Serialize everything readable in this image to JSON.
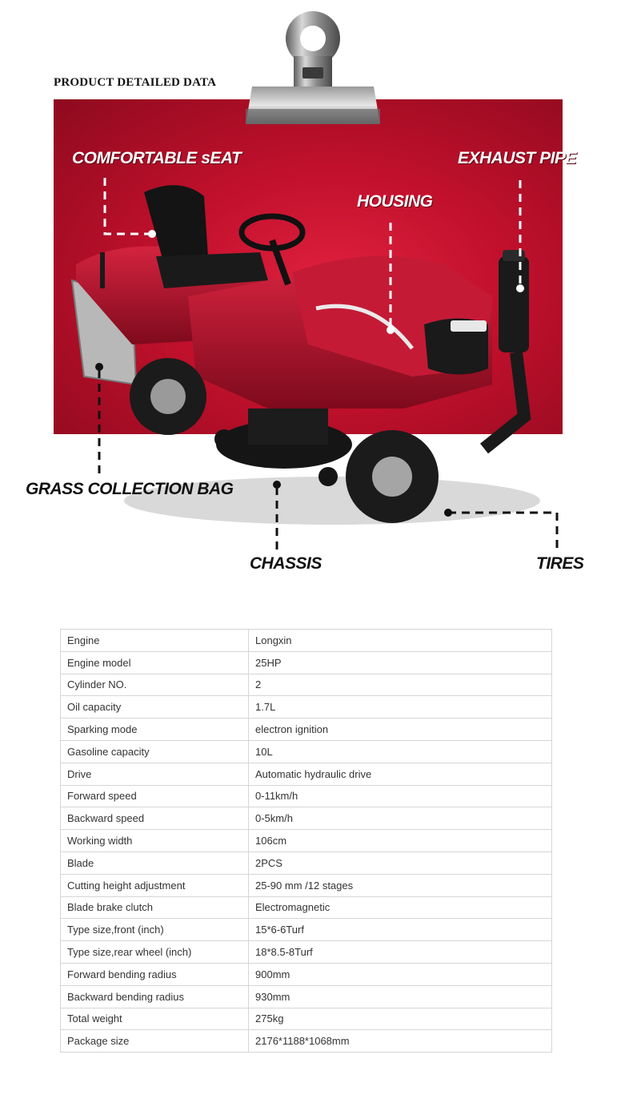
{
  "header": {
    "title": "PRODUCT DETAILED DATA"
  },
  "callouts": {
    "seat": "COMFORTABLE sEAT",
    "exhaust": "EXHAUST PIPE",
    "housing": "HOUSING",
    "bag": "GRASS COLLECTION BAG",
    "chassis": "CHASSIS",
    "tires": "TIRES"
  },
  "colors": {
    "panel": "#c0102c",
    "mower_body": "#b0102a",
    "table_border": "#d6d6d6"
  },
  "specs": [
    {
      "label": "Engine",
      "value": "Longxin"
    },
    {
      "label": "Engine model",
      "value": "25HP"
    },
    {
      "label": "Cylinder NO.",
      "value": "2"
    },
    {
      "label": "Oil capacity",
      "value": "1.7L"
    },
    {
      "label": "Sparking mode",
      "value": "electron ignition"
    },
    {
      "label": "Gasoline capacity",
      "value": "10L"
    },
    {
      "label": "Drive",
      "value": "Automatic hydraulic drive"
    },
    {
      "label": "Forward speed",
      "value": "0-11km/h"
    },
    {
      "label": "Backward speed",
      "value": "0-5km/h"
    },
    {
      "label": "Working width",
      "value": "106cm"
    },
    {
      "label": "Blade",
      "value": "2PCS"
    },
    {
      "label": "Cutting height adjustment",
      "value": "25-90 mm /12 stages"
    },
    {
      "label": "Blade brake clutch",
      "value": "Electromagnetic"
    },
    {
      "label": "Type size,front (inch)",
      "value": "15*6-6Turf"
    },
    {
      "label": "Type size,rear wheel (inch)",
      "value": "18*8.5-8Turf"
    },
    {
      "label": "Forward bending radius",
      "value": "900mm"
    },
    {
      "label": "Backward bending radius",
      "value": "930mm"
    },
    {
      "label": "Total weight",
      "value": "275kg"
    },
    {
      "label": "Package size",
      "value": "2176*1188*1068mm"
    }
  ]
}
